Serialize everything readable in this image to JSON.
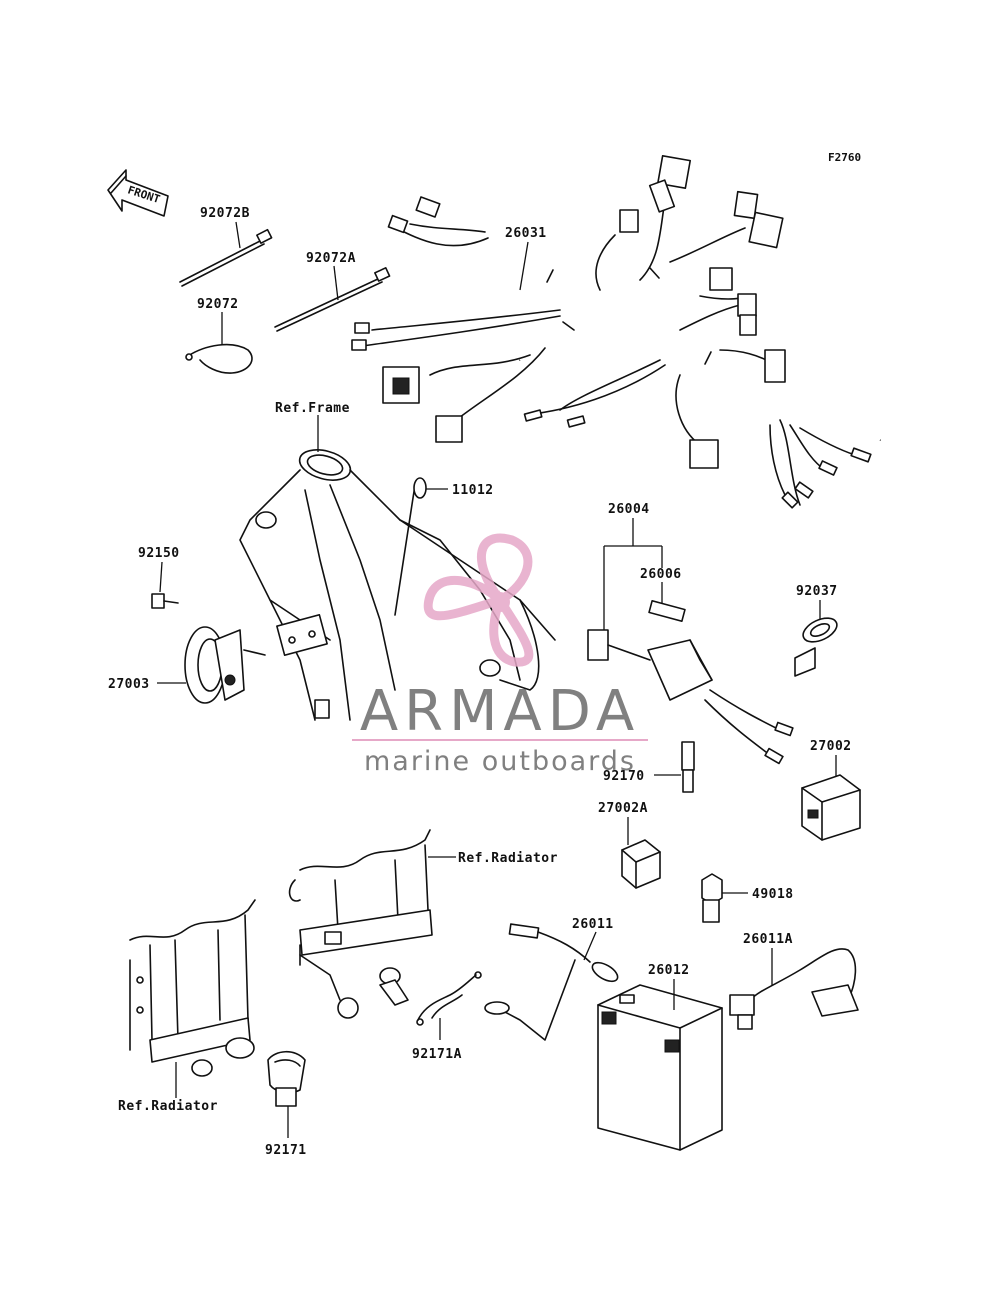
{
  "figure_code": "F2760",
  "front_arrow": {
    "label": "FRONT",
    "icon": "front-arrow-icon"
  },
  "watermark": {
    "brand": "ARMADA",
    "tagline": "marine outboards",
    "logo_icon": "propeller-logo-icon",
    "logo_color": "#e6a8c8",
    "text_color": "#555555"
  },
  "references": {
    "frame": "Ref.Frame",
    "radiator_upper": "Ref.Radiator",
    "radiator_lower": "Ref.Radiator"
  },
  "parts": {
    "p92072B": "92072B",
    "p92072A": "92072A",
    "p92072": "92072",
    "p26031": "26031",
    "p11012": "11012",
    "p92150": "92150",
    "p27003": "27003",
    "p26004": "26004",
    "p26006": "26006",
    "p92037": "92037",
    "p27002": "27002",
    "p92170": "92170",
    "p27002A": "27002A",
    "p49018": "49018",
    "p26011": "26011",
    "p26011A": "26011A",
    "p26012": "26012",
    "p92171A": "92171A",
    "p92171": "92171"
  }
}
